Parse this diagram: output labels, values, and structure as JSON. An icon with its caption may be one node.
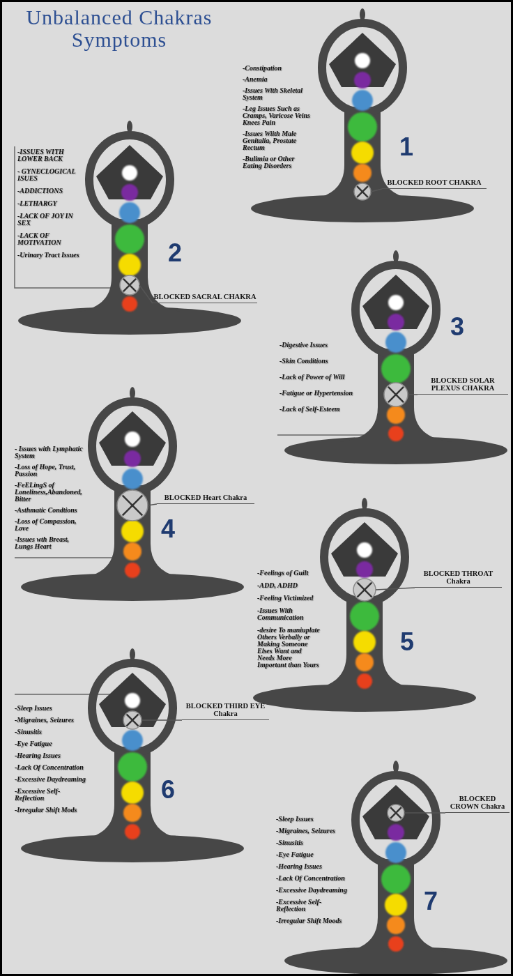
{
  "diagram": {
    "title": "Unbalanced Chakras Symptoms",
    "nodes": [
      {
        "text": [
          "BLOCKED ROOT CHAKRA"
        ]
      },
      {
        "text": [],
        "shape": "circle"
      },
      {
        "text": [
          "BLOCKED SACRAL CHAKRA"
        ]
      },
      {
        "text": [],
        "shape": "circle"
      },
      {
        "text": [
          "BLOCKED SOLAR PLEXUS CHAKRA"
        ]
      },
      {
        "text": [],
        "shape": "circle"
      },
      {
        "text": [
          "BLOCKED Heart Chakra"
        ]
      },
      {
        "text": [],
        "shape": "circle"
      },
      {
        "text": [
          "BLOCKED THROAT Chakra"
        ]
      },
      {
        "text": [],
        "shape": "circle"
      },
      {
        "text": [
          "BLOCKED THIRD EYE Chakra"
        ]
      },
      {
        "text": [],
        "shape": "circle"
      },
      {
        "text": [
          "BLOCKED CROWN Chakra"
        ]
      },
      {
        "text": [],
        "shape": "circle"
      }
    ],
    "edges": [
      {
        "from": 0,
        "to": 1,
        "arrow": "none"
      },
      {
        "from": 2,
        "to": 3,
        "arrow": "none"
      },
      {
        "from": 4,
        "to": 5,
        "arrow": "none"
      },
      {
        "from": 6,
        "to": 7,
        "arrow": "none"
      },
      {
        "from": 8,
        "to": 9,
        "arrow": "none"
      },
      {
        "from": 10,
        "to": 11,
        "arrow": "none"
      },
      {
        "from": 12,
        "to": 13,
        "arrow": "none"
      }
    ],
    "labels": [
      "-Constipation",
      "-Anemia",
      "-Issues With Skeletal System",
      "-Leg Issues Such as Cramps, Varicose Veins Knees Pain",
      "-Issues Wiith Male Genitalia, Prostate Rectum",
      "-Bulimia or Other Eating Disorders",
      "1",
      "-ISSUES WITH LOWER BACK",
      "- GYNECLOGICAL ISUES",
      "-ADDICTIONS",
      "-LETHARGY",
      "-LACK OF JOY IN SEX",
      "-LACK OF MOTIVATION",
      "-Urinary Tract Issues",
      "2",
      "-Digestive Issues",
      "-Skin Conditions",
      "-Lack of Power of Will",
      "-Fatigue or Hypertension",
      "-Lack of Self-Esteem",
      "3",
      "- Issues with Lymphatic System",
      "-Loss of Hope, Trust, Passion",
      "-FeELingS of Loneliness,Abandoned, Bitter",
      "-Asthmatic Condtions",
      "-Loss of Compassion, Love",
      "-Issues wth Breast, Lungs Heart",
      "4",
      "-Feelings of Guilt",
      "-ADD, ADHD",
      "-Feeling Victimized",
      "-Issues With Communication",
      "-desire To maniuplate Others Verbally or Making Someone Elses Want and Needs More Important than Yours",
      "5",
      "-Sleep Issues",
      "-Migraines, Seizures",
      "-Sinusitis",
      "-Eye Fatigue",
      "-Hearing Issues",
      "-Lack Of Concentration",
      "-Excessive Daydreaming",
      "-Excessive Self-Reflection",
      "-Irregular Shift Mods",
      "6",
      "-Sleep Issues",
      "-Migraines, Seizures",
      "-Sinusitis",
      "-Eye Fatigue",
      "-Hearing Issues",
      "-Lack Of Concentration",
      "-Excessive Daydreaming",
      "-Excessive Self-Reflection",
      "-Irregular Shift Moods",
      "7"
    ]
  }
}
